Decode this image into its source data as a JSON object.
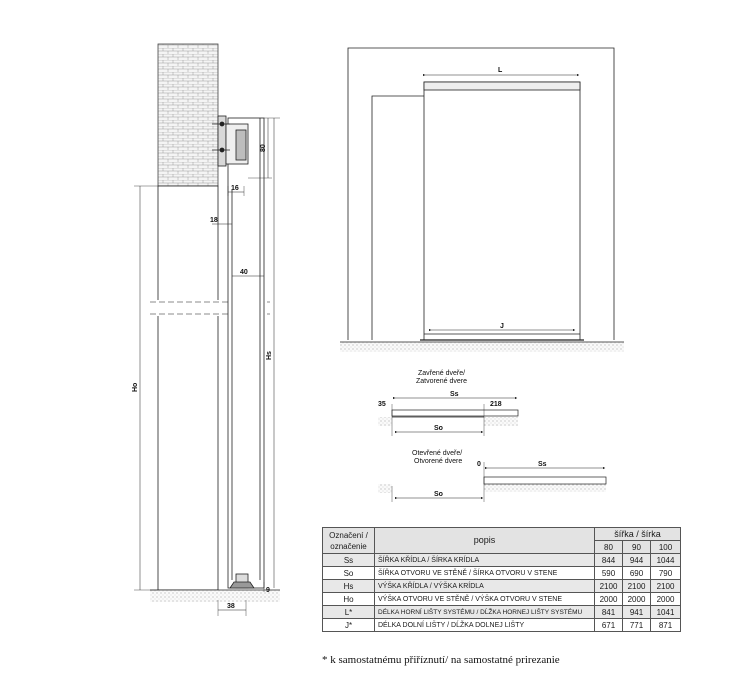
{
  "labels": {
    "L": "L",
    "J": "J",
    "Ho": "Ho",
    "Hs": "Hs",
    "d80": "80",
    "d16": "16",
    "d18": "18",
    "d40": "40",
    "d38": "38",
    "d9": "9",
    "closed_line1": "Zavřené dveře/",
    "closed_line2": "Zatvorené dvere",
    "open_line1": "Otevřené dveře/",
    "open_line2": "Otvorené dvere",
    "d35": "35",
    "d218": "218",
    "d0": "0",
    "Ss_closed": "Ss",
    "So_closed": "So",
    "Ss_open": "Ss",
    "So_open": "So"
  },
  "table": {
    "header_code": "Označení / označenie",
    "header_popis": "popis",
    "header_sirka": "šířka / šírka",
    "sizes": [
      "80",
      "90",
      "100"
    ],
    "rows": [
      {
        "code": "Ss",
        "desc": "ŠÍŘKA KŘÍDLA / ŠÍRKA KRÍDLA",
        "values": [
          "844",
          "944",
          "1044"
        ]
      },
      {
        "code": "So",
        "desc": "ŠÍŘKA OTVORU VE STĚNĚ / ŠÍRKA OTVORU V STENE",
        "values": [
          "590",
          "690",
          "790"
        ]
      },
      {
        "code": "Hs",
        "desc": "VÝŠKA KŘÍDLA / VÝŠKA KRÍDLA",
        "values": [
          "2100",
          "2100",
          "2100"
        ]
      },
      {
        "code": "Ho",
        "desc": "VÝŠKA OTVORU VE STĚNĚ / VÝŠKA OTVORU V STENE",
        "values": [
          "2000",
          "2000",
          "2000"
        ]
      },
      {
        "code": "L*",
        "desc": "DÉLKA HORNÍ LIŠTY SYSTÉMU / DĹŽKA HORNEJ LIŠTY SYSTÉMU",
        "values": [
          "841",
          "941",
          "1041"
        ]
      },
      {
        "code": "J*",
        "desc": "DÉLKA DOLNÍ LIŠTY / DĹŽKA DOLNEJ LIŠTY",
        "values": [
          "671",
          "771",
          "871"
        ]
      }
    ]
  },
  "footnote": "* k samostatnému přiříznutí/ na samostatné prirezanie",
  "colors": {
    "line": "#222222",
    "brick": "#f2f2f2",
    "table_header": "#e3e3e3",
    "row_shade": "#e8e8e8"
  }
}
